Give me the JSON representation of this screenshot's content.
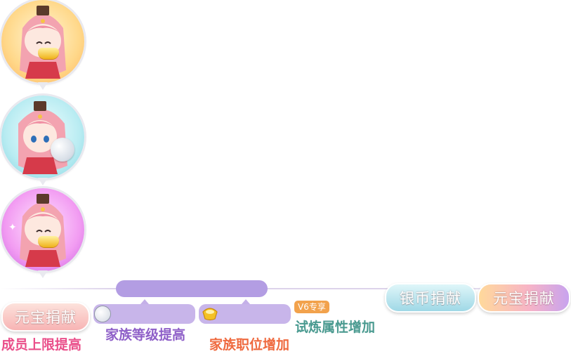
{
  "avatars": [
    {
      "name": "gold-ingot-avatar",
      "theme": "gold",
      "ring_color": "#ffd88a"
    },
    {
      "name": "silver-ball-avatar",
      "theme": "silver",
      "ring_color": "#b9ecf2"
    },
    {
      "name": "purple-gold-avatar",
      "theme": "purple",
      "ring_color": "#f29cf2"
    }
  ],
  "buttons": {
    "yuanbao_donate_left": "元宝捐献",
    "silver_donate": "银币捐献",
    "yuanbao_donate_right": "元宝捐献"
  },
  "labels": {
    "member_limit": "成员上限提高",
    "family_level": "家族等级提高",
    "family_post": "家族职位增加",
    "trial_attr": "试炼属性增加"
  },
  "vip_badge": "V6专享",
  "icons": {
    "silver_coin": "silver-coin-icon",
    "gold_ingot": "gold-ingot-icon"
  },
  "colors": {
    "member_label": "#ea4f8a",
    "level_label": "#8e5fc8",
    "post_label": "#ef6a3f",
    "trial_label": "#4a9a90",
    "bar": "#c8b5ea",
    "vip": "#f2a24c"
  }
}
